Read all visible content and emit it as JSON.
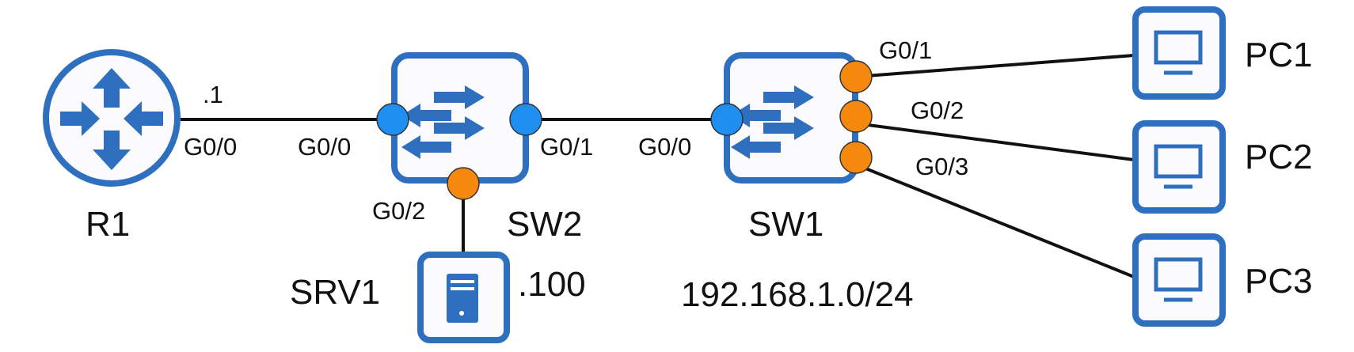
{
  "colors": {
    "icon": "#2f6fc0",
    "port_trunk": "#1e8ff0",
    "port_access": "#f5890e",
    "link": "#111111",
    "text": "#111111"
  },
  "devices": {
    "r1": {
      "name": "R1",
      "type": "router",
      "ip_suffix": ".1"
    },
    "sw2": {
      "name": "SW2",
      "type": "switch"
    },
    "sw1": {
      "name": "SW1",
      "type": "switch"
    },
    "srv1": {
      "name": "SRV1",
      "type": "server",
      "ip_suffix": ".100"
    },
    "pc1": {
      "name": "PC1",
      "type": "pc"
    },
    "pc2": {
      "name": "PC2",
      "type": "pc"
    },
    "pc3": {
      "name": "PC3",
      "type": "pc"
    }
  },
  "links": [
    {
      "from": "R1",
      "from_port": "G0/0",
      "to": "SW2",
      "to_port": "G0/0",
      "port_color": "trunk"
    },
    {
      "from": "SW2",
      "from_port": "G0/1",
      "to": "SW1",
      "to_port": "G0/0",
      "port_color": "trunk"
    },
    {
      "from": "SW2",
      "from_port": "G0/2",
      "to": "SRV1",
      "to_port": "",
      "port_color": "access"
    },
    {
      "from": "SW1",
      "from_port": "G0/1",
      "to": "PC1",
      "to_port": "",
      "port_color": "access"
    },
    {
      "from": "SW1",
      "from_port": "G0/2",
      "to": "PC2",
      "to_port": "",
      "port_color": "access"
    },
    {
      "from": "SW1",
      "from_port": "G0/3",
      "to": "PC3",
      "to_port": "",
      "port_color": "access"
    }
  ],
  "port_labels": {
    "r1_g00": "G0/0",
    "sw2_g00": "G0/0",
    "sw2_g01": "G0/1",
    "sw2_g02": "G0/2",
    "sw1_g00": "G0/0",
    "sw1_g01": "G0/1",
    "sw1_g02": "G0/2",
    "sw1_g03": "G0/3"
  },
  "subnet": "192.168.1.0/24"
}
